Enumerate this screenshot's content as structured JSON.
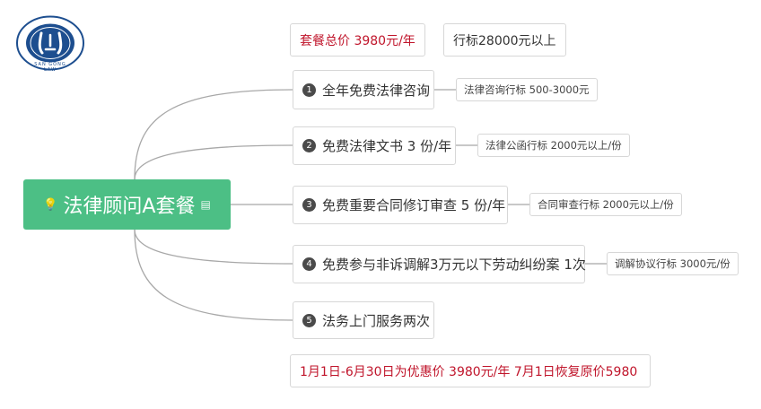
{
  "logo": {
    "icon": "law-firm-logo-icon",
    "ring_text": "SAN GONG LAW"
  },
  "root": {
    "label": "法律顾问A套餐",
    "icon_left": "lightbulb-icon",
    "icon_right": "note-icon"
  },
  "top": {
    "price": "套餐总价 3980元/年",
    "market": "行标28000元以上"
  },
  "branches": [
    {
      "num": "1",
      "label": "全年免费法律咨询",
      "note": "法律咨询行标 500-3000元"
    },
    {
      "num": "2",
      "label": "免费法律文书 3 份/年",
      "note": "法律公函行标 2000元以上/份"
    },
    {
      "num": "3",
      "label": "免费重要合同修订审查 5 份/年",
      "note": "合同审查行标 2000元以上/份"
    },
    {
      "num": "4",
      "label": "免费参与非诉调解3万元以下劳动纠纷案 1次",
      "note": "调解协议行标 3000元/份"
    },
    {
      "num": "5",
      "label": "法务上门服务两次"
    }
  ],
  "promo": "1月1日-6月30日为优惠价 3980元/年 7月1日恢复原价5980",
  "colors": {
    "root": "#4cbf85",
    "accent_red": "#c0152b",
    "logo_blue": "#1d4e8f",
    "link": "#9e9e9e"
  }
}
